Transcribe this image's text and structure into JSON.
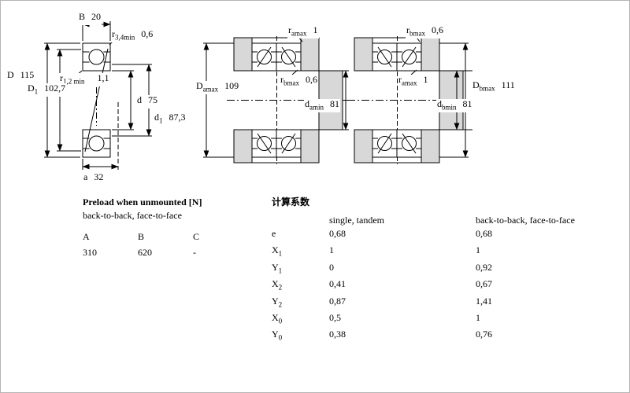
{
  "left_drawing": {
    "B": {
      "base": "B",
      "sub": "",
      "value": "20"
    },
    "r34": {
      "base": "r",
      "sub": "3,4min",
      "value": "0,6"
    },
    "D": {
      "base": "D",
      "sub": "",
      "value": "115"
    },
    "r12": {
      "base": "r",
      "sub": "1,2 min",
      "value": "1,1"
    },
    "D1": {
      "base": "D",
      "sub": "1",
      "value": "102,7"
    },
    "d": {
      "base": "d",
      "sub": "",
      "value": "75"
    },
    "d1": {
      "base": "d",
      "sub": "1",
      "value": "87,3"
    },
    "a": {
      "base": "a",
      "sub": "",
      "value": "32"
    }
  },
  "middle_drawing": {
    "ra": {
      "base": "r",
      "sub": "amax",
      "value": "1"
    },
    "Da": {
      "base": "D",
      "sub": "amax",
      "value": "109"
    },
    "rb": {
      "base": "r",
      "sub": "bmax",
      "value": "0,6"
    },
    "da": {
      "base": "d",
      "sub": "amin",
      "value": "81"
    }
  },
  "right_drawing": {
    "rb": {
      "base": "r",
      "sub": "bmax",
      "value": "0,6"
    },
    "ra": {
      "base": "r",
      "sub": "amax",
      "value": "1"
    },
    "Db": {
      "base": "D",
      "sub": "bmax",
      "value": "111"
    },
    "db": {
      "base": "d",
      "sub": "bmin",
      "value": "81"
    }
  },
  "preload": {
    "title": "Preload when unmounted [N]",
    "subtitle": "back-to-back, face-to-face",
    "headers": [
      "A",
      "B",
      "C"
    ],
    "values": [
      "310",
      "620",
      "-"
    ]
  },
  "factors": {
    "title": "计算系数",
    "col1": "single, tandem",
    "col2": "back-to-back, face-to-face",
    "rows": [
      {
        "base": "e",
        "sub": "",
        "v1": "0,68",
        "v2": "0,68"
      },
      {
        "base": "X",
        "sub": "1",
        "v1": "1",
        "v2": "1"
      },
      {
        "base": "Y",
        "sub": "1",
        "v1": "0",
        "v2": "0,92"
      },
      {
        "base": "X",
        "sub": "2",
        "v1": "0,41",
        "v2": "0,67"
      },
      {
        "base": "Y",
        "sub": "2",
        "v1": "0,87",
        "v2": "1,41"
      },
      {
        "base": "X",
        "sub": "0",
        "v1": "0,5",
        "v2": "1"
      },
      {
        "base": "Y",
        "sub": "0",
        "v1": "0,38",
        "v2": "0,76"
      }
    ]
  }
}
